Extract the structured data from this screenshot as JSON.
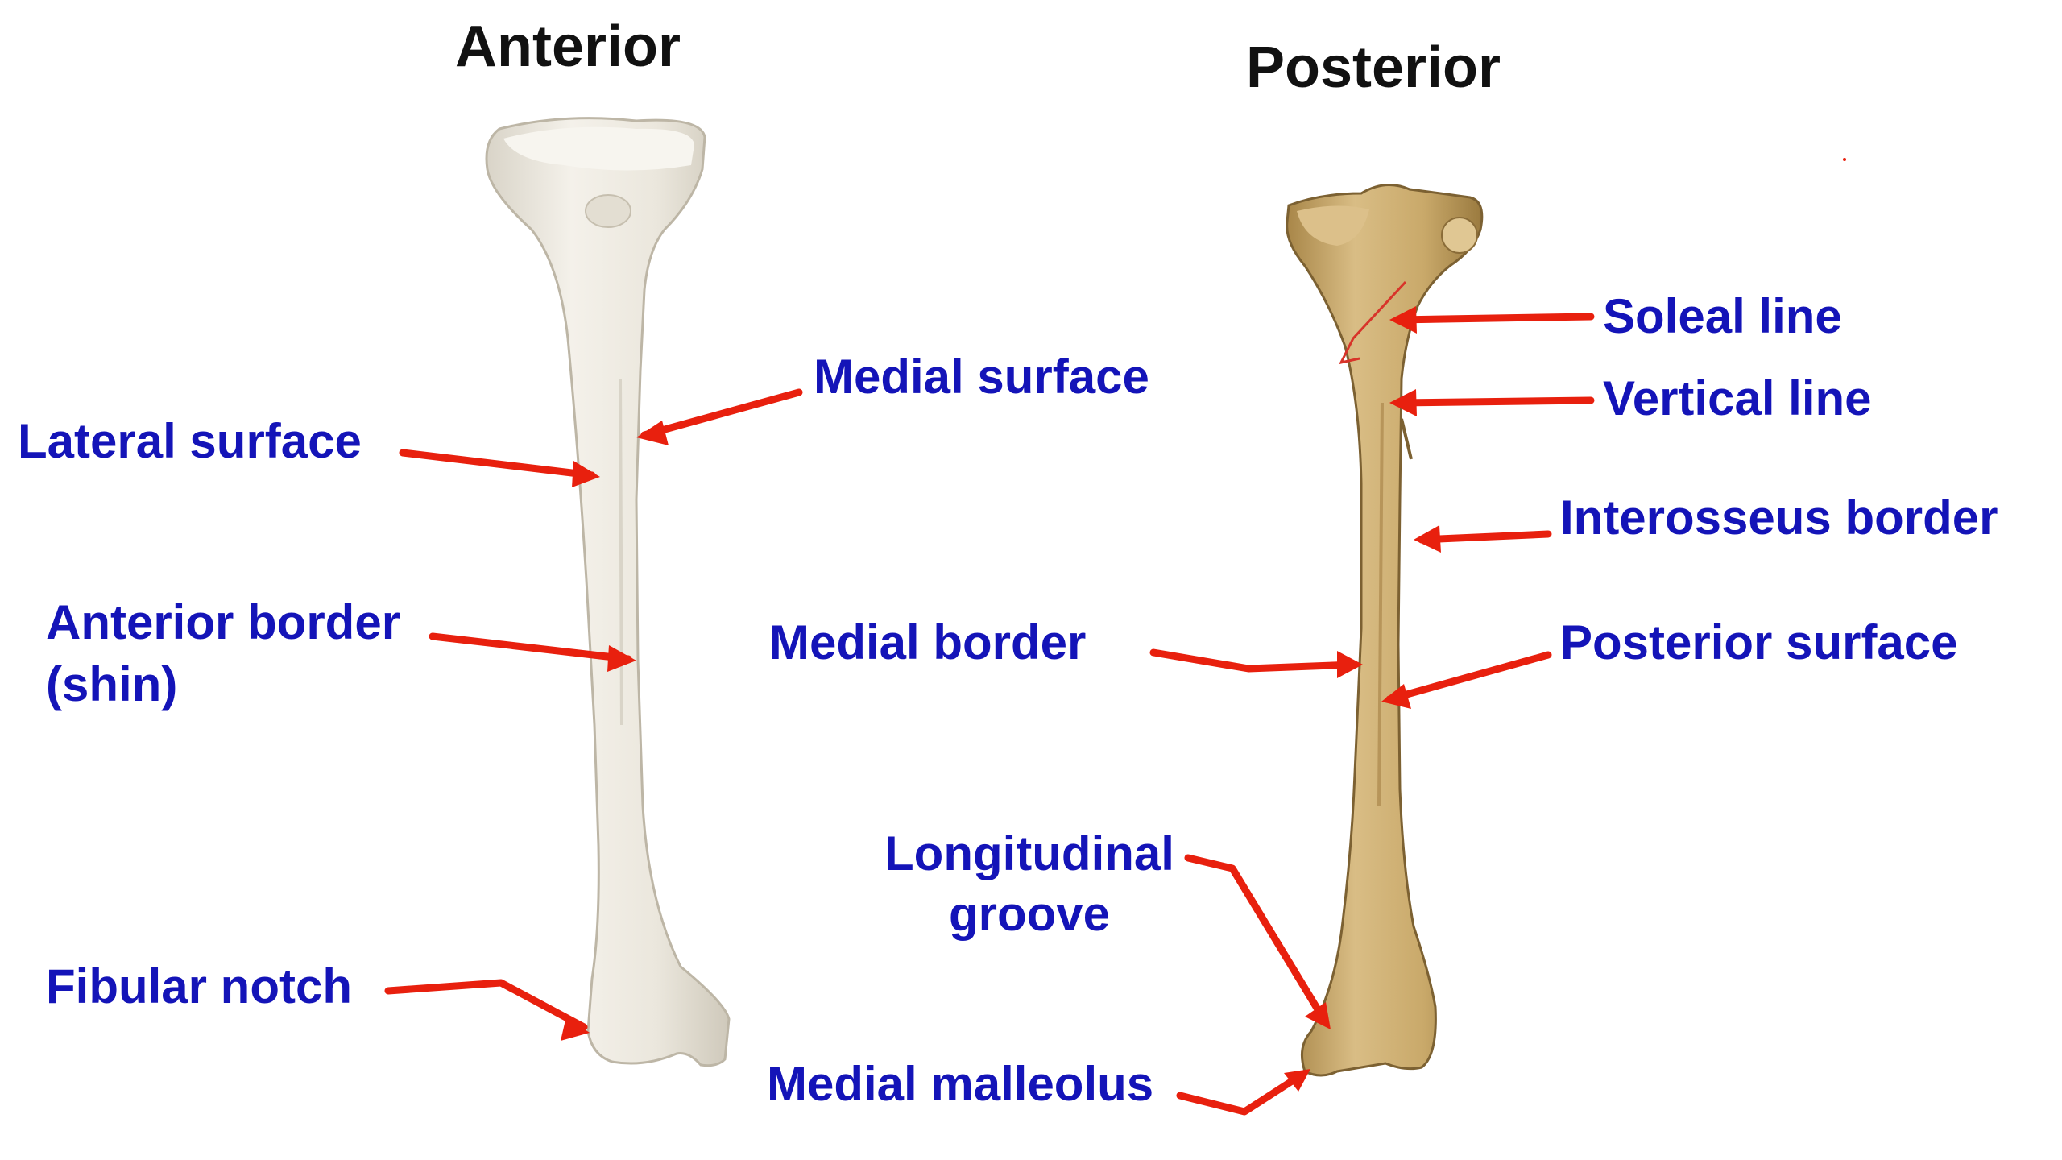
{
  "headings": {
    "anterior": "Anterior",
    "posterior": "Posterior"
  },
  "labels": {
    "lateral_surface": "Lateral surface",
    "medial_surface": "Medial surface",
    "anterior_border_line1": "Anterior border",
    "anterior_border_line2": "(shin)",
    "fibular_notch": "Fibular notch",
    "soleal_line": "Soleal line",
    "vertical_line": "Vertical line",
    "interosseus_border": "Interosseus border",
    "medial_border": "Medial border",
    "posterior_surface": "Posterior surface",
    "longitudinal_groove_line1": "Longitudinal",
    "longitudinal_groove_line2": "groove",
    "medial_malleolus": "Medial malleolus"
  },
  "colors": {
    "label_text": "#1414b8",
    "arrow": "#e8200e",
    "anterior_bone": "#ece8df",
    "posterior_bone": "#c9aa6e"
  }
}
